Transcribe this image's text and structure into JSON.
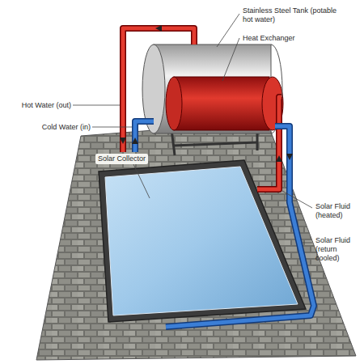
{
  "diagram": {
    "labels": [
      "Stainless Steel Tank (potable hot water)",
      "Heat Exchanger",
      "Hot Water (out)",
      "Cold Water (in)",
      "Solar Collector",
      "Solar Fluid (heated)",
      "Solar Fluid (return cooled)"
    ]
  }
}
